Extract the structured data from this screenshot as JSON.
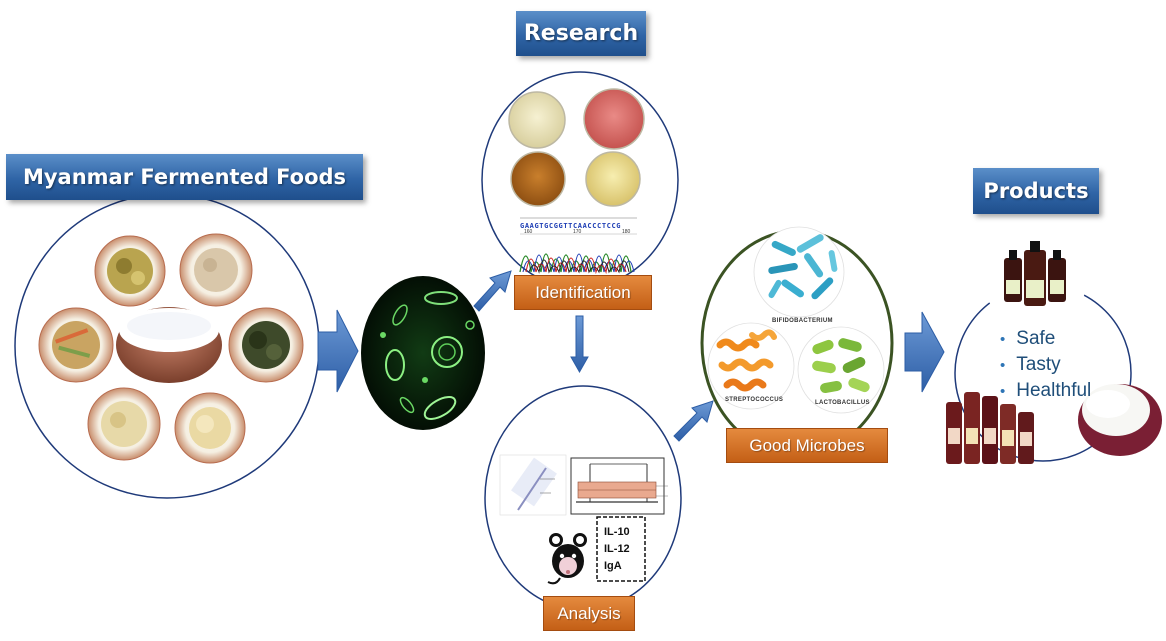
{
  "titles": {
    "research": "Research",
    "foods": "Myanmar Fermented Foods",
    "products": "Products"
  },
  "steps": {
    "identification": "Identification",
    "analysis": "Analysis",
    "good_microbes": "Good Microbes"
  },
  "cytokines": [
    "IL-10",
    "IL-12",
    "IgA"
  ],
  "bacteria": {
    "bifido": "BIFIDOBACTERIUM",
    "strep": "STREPTOCOCCUS",
    "lacto": "LACTOBACILLUS"
  },
  "dna_sequence": "GAAGTGCGGTTCAACCCTCCG",
  "sequence_ticks": [
    "160",
    "170",
    "180"
  ],
  "product_benefits": [
    "Safe",
    "Tasty",
    "Healthful"
  ],
  "colors": {
    "title_blue": "#2f64a6",
    "orange_label": "#d0691f",
    "arrow_blue": "#4f81bd",
    "circle_navy": "#1f3a7a",
    "circle_green": "#3b5323"
  }
}
